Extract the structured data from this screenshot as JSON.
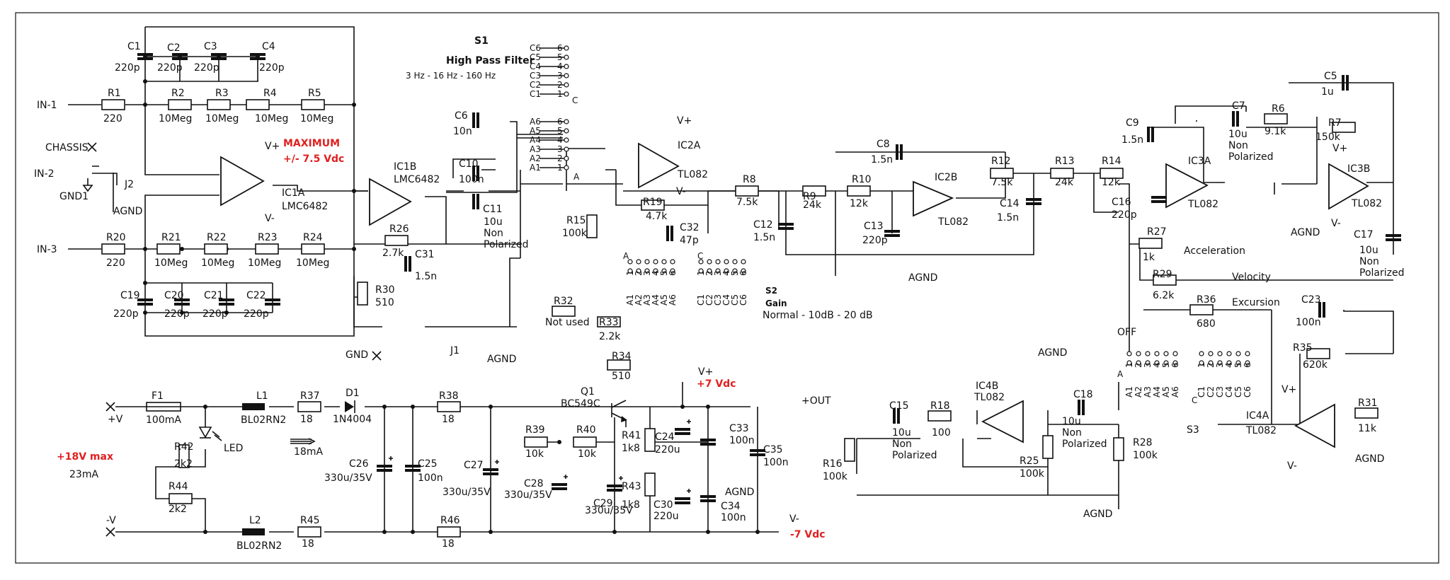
{
  "highpass": {
    "ref": "S1",
    "title": "High Pass Filter",
    "freqs": "3 Hz - 16 Hz - 160 Hz"
  },
  "gain": {
    "ref": "S2",
    "title": "Gain",
    "desc": "Normal - 10dB - 20 dB"
  },
  "warnings": {
    "max_in": "MAXIMUM",
    "max_in_val": "+/- 7.5 Vdc",
    "supply_max": "+18V max",
    "v_pos": "+7 Vdc",
    "v_neg": "-7 Vdc"
  },
  "rails": {
    "vplus": "V+",
    "vminus": "V-",
    "plus_v": "+V",
    "minus_v": "-V",
    "agnd": "AGND",
    "gnd": "GND",
    "gnd1": "GND1",
    "chassis": "CHASSIS",
    "out": "+OUT"
  },
  "inputs": {
    "in1": "IN-1",
    "in2": "IN-2",
    "in3": "IN-3"
  },
  "currents": {
    "supply": "23mA",
    "branch": "18mA"
  },
  "s3": {
    "ref": "S3",
    "off": "OFF",
    "acceleration": "Acceleration",
    "velocity": "Velocity",
    "excursion": "Excursion"
  },
  "sw_labels": {
    "A": "A",
    "C": "C",
    "a_list": [
      "A1",
      "A2",
      "A3",
      "A4",
      "A5",
      "A6"
    ],
    "c_list": [
      "C1",
      "C2",
      "C3",
      "C4",
      "C5",
      "C6"
    ],
    "nums": [
      "1",
      "2",
      "3",
      "4",
      "5",
      "6"
    ]
  },
  "opamps": {
    "ic1a": [
      "IC1A",
      "LMC6482"
    ],
    "ic1b": [
      "IC1B",
      "LMC6482"
    ],
    "ic2a": [
      "IC2A",
      "TL082"
    ],
    "ic2b": [
      "IC2B",
      "TL082"
    ],
    "ic3a": [
      "IC3A",
      "TL082"
    ],
    "ic3b": [
      "IC3B",
      "TL082"
    ],
    "ic4a": [
      "IC4A",
      "TL082"
    ],
    "ic4b": [
      "IC4B",
      "TL082"
    ]
  },
  "components": {
    "R1": "220",
    "R2": "10Meg",
    "R3": "10Meg",
    "R4": "10Meg",
    "R5": "10Meg",
    "R20": "220",
    "R21": "10Meg",
    "R22": "10Meg",
    "R23": "10Meg",
    "R24": "10Meg",
    "C1": "220p",
    "C2": "220p",
    "C3": "220p",
    "C4": "220p",
    "C19": "220p",
    "C20": "220p",
    "C21": "220p",
    "C22": "220p",
    "R26": "2.7k",
    "C31": "1.5n",
    "R30": "510",
    "C6": "10n",
    "C10": "100n",
    "C11": [
      "10u",
      "Non",
      "Polarized"
    ],
    "R15": "100k",
    "R19": "4.7k",
    "C32": "47p",
    "R32": "Not used",
    "R33": "2.2k",
    "R34": "510",
    "R8": "7.5k",
    "R9": "24k",
    "R10": "12k",
    "C8": "1.5n",
    "C12": "1.5n",
    "C13": "220p",
    "R12": "7.5k",
    "R13": "24k",
    "R14": "12k",
    "C9": "1.5n",
    "C14": "1.5n",
    "C16": "220p",
    "C7": [
      "10u",
      "Non",
      "Polarized"
    ],
    "R6": "9.1k",
    "C5": "1u",
    "R7": "150k",
    "C17": [
      "10u",
      "Non",
      "Polarized"
    ],
    "R27": "1k",
    "R29": "6.2k",
    "R36": "680",
    "C23": "100n",
    "R35": "620k",
    "R31": "11k",
    "C18": [
      "10u",
      "Non",
      "Polarized"
    ],
    "R28": "100k",
    "R25": "100k",
    "C15": [
      "10u",
      "Non",
      "Polarized"
    ],
    "R18": "100",
    "R16": "100k",
    "F1": "100mA",
    "L1": "BL02RN2",
    "L2": "BL02RN2",
    "R37": "18",
    "R45": "18",
    "D1": "1N4004",
    "R42": "2k2",
    "R44": "2k2",
    "LED": "LED",
    "C26": "330u/35V",
    "C25": "100n",
    "R38": "18",
    "R46": "18",
    "C27": "330u/35V",
    "C28": "330u/35V",
    "R39": "10k",
    "R40": "10k",
    "C29": "330u/35V",
    "Q1": "BC549C",
    "R41": "1k8",
    "R43": "1k8",
    "C24": "220u",
    "C30": "220u",
    "C33": "100n",
    "C34": "100n",
    "C35": "100n"
  }
}
